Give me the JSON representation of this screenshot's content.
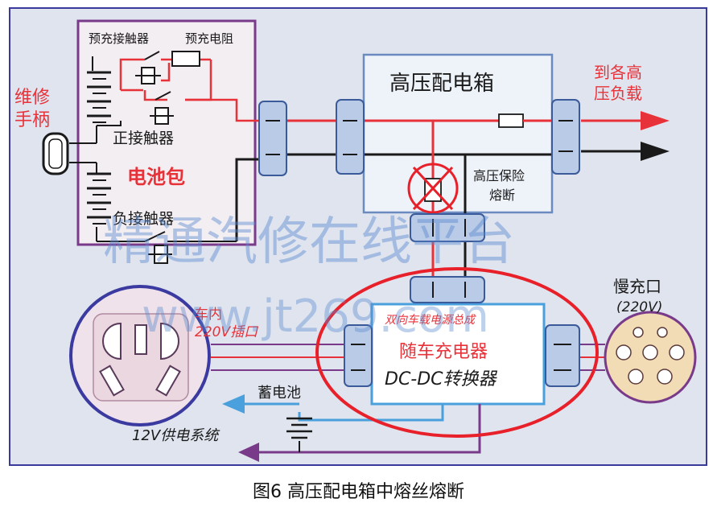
{
  "labels": {
    "precharge_contactor": "预充接触器",
    "precharge_resistor": "预充电阻",
    "service_handle": "维修手柄",
    "positive_contactor": "正接触器",
    "battery_pack": "电池包",
    "negative_contactor": "负接触器",
    "hv_box": "高压配电箱",
    "to_loads": "到各高压负载",
    "hv_fuse": "高压保险熔断",
    "onboard_title": "双向车载电源总成",
    "onboard_charger": "随车充电器",
    "dcdc": "DC-DC转换器",
    "socket": "车内220V插口",
    "slow_charge": "慢充口",
    "slow_charge_voltage": "(220V)",
    "battery_12v": "蓄电池",
    "supply_12v": "12V供电系统"
  },
  "watermark": {
    "line1": "精通汽修在线平台",
    "line2": "www.jt269.com"
  },
  "caption": "图6 高压配电箱中熔丝熔断",
  "colors": {
    "background": "#dfe4ee",
    "frame": "#3a3a9a",
    "purple": "#7a3a8a",
    "red_wire": "#e8323a",
    "black_wire": "#1a1a1a",
    "blue_wire": "#4aa0dc",
    "connector": "#b9cbe6",
    "red_label": "#e8323a",
    "watermark": "#5a8ad0",
    "socket_fill": "#f0e2ea",
    "socket_ring": "#3a3aa0",
    "charge_port": "#f2dcb6",
    "highlight_ellipse": "#e8202a"
  }
}
